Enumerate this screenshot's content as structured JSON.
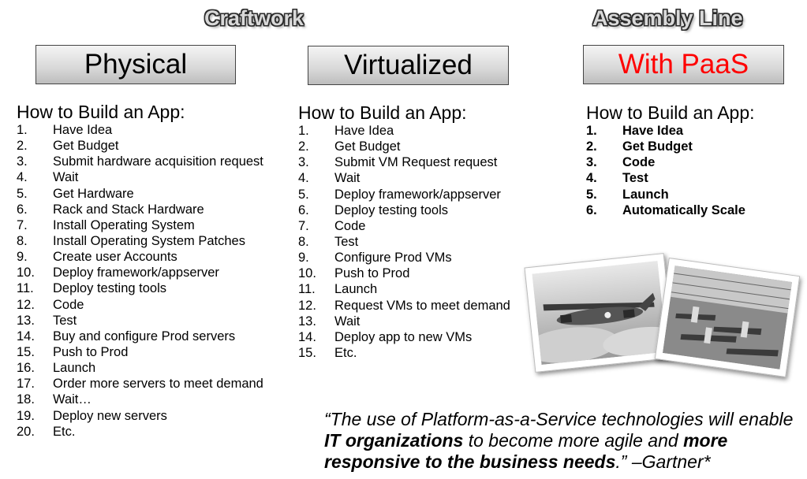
{
  "headers": {
    "craftwork": "Craftwork",
    "assembly_line": "Assembly Line"
  },
  "columns": {
    "physical": {
      "box_label": "Physical",
      "title": "How to Build an App:",
      "steps": [
        {
          "num": "1.",
          "text": "Have Idea"
        },
        {
          "num": "2.",
          "text": "Get Budget"
        },
        {
          "num": "3.",
          "text": "Submit hardware acquisition request"
        },
        {
          "num": "4.",
          "text": "Wait"
        },
        {
          "num": "5.",
          "text": "Get Hardware"
        },
        {
          "num": "6.",
          "text": "Rack and Stack Hardware"
        },
        {
          "num": "7.",
          "text": "Install Operating System"
        },
        {
          "num": "8.",
          "text": "Install Operating System Patches"
        },
        {
          "num": "9.",
          "text": "Create user Accounts"
        },
        {
          "num": "10.",
          "text": "Deploy framework/appserver"
        },
        {
          "num": "11.",
          "text": "Deploy testing tools"
        },
        {
          "num": "12.",
          "text": "Code"
        },
        {
          "num": "13.",
          "text": "Test"
        },
        {
          "num": "14.",
          "text": "Buy and configure Prod servers"
        },
        {
          "num": "15.",
          "text": "Push to Prod"
        },
        {
          "num": "16.",
          "text": "Launch"
        },
        {
          "num": "17.",
          "text": "Order more servers to meet demand"
        },
        {
          "num": "18.",
          "text": "Wait…"
        },
        {
          "num": "19.",
          "text": "Deploy new servers"
        },
        {
          "num": "20.",
          "text": "Etc."
        }
      ]
    },
    "virtualized": {
      "box_label": "Virtualized",
      "title": "How to Build an App:",
      "steps": [
        {
          "num": "1.",
          "text": "Have Idea"
        },
        {
          "num": "2.",
          "text": "Get Budget"
        },
        {
          "num": "3.",
          "text": "Submit VM Request request"
        },
        {
          "num": "4.",
          "text": "Wait"
        },
        {
          "num": "5.",
          "text": "Deploy framework/appserver"
        },
        {
          "num": "6.",
          "text": "Deploy testing tools"
        },
        {
          "num": "7.",
          "text": "Code"
        },
        {
          "num": "8.",
          "text": "Test"
        },
        {
          "num": "9.",
          "text": "Configure Prod VMs"
        },
        {
          "num": "10.",
          "text": "Push to Prod"
        },
        {
          "num": "11.",
          "text": "Launch"
        },
        {
          "num": "12.",
          "text": "Request VMs to meet demand"
        },
        {
          "num": "13.",
          "text": "Wait"
        },
        {
          "num": "14.",
          "text": "Deploy app to new VMs"
        },
        {
          "num": "15.",
          "text": "Etc."
        }
      ]
    },
    "paas": {
      "box_label": "With PaaS",
      "box_label_color": "#ff0000",
      "title": "How to Build an App:",
      "steps": [
        {
          "num": "1.",
          "text": "Have Idea"
        },
        {
          "num": "2.",
          "text": "Get Budget"
        },
        {
          "num": "3.",
          "text": "Code"
        },
        {
          "num": "4.",
          "text": "Test"
        },
        {
          "num": "5.",
          "text": "Launch"
        },
        {
          "num": "6.",
          "text": "Automatically Scale"
        }
      ]
    }
  },
  "photos": {
    "left": "b24-bomber-photo",
    "right": "aircraft-assembly-line-photo"
  },
  "quote": {
    "open": "“The use of Platform-as-a-Service technologies will enable ",
    "bold1": "IT organizations",
    "mid": " to become more agile and ",
    "bold2": "more responsive to the business needs",
    "close": ".” –Gartner*"
  }
}
